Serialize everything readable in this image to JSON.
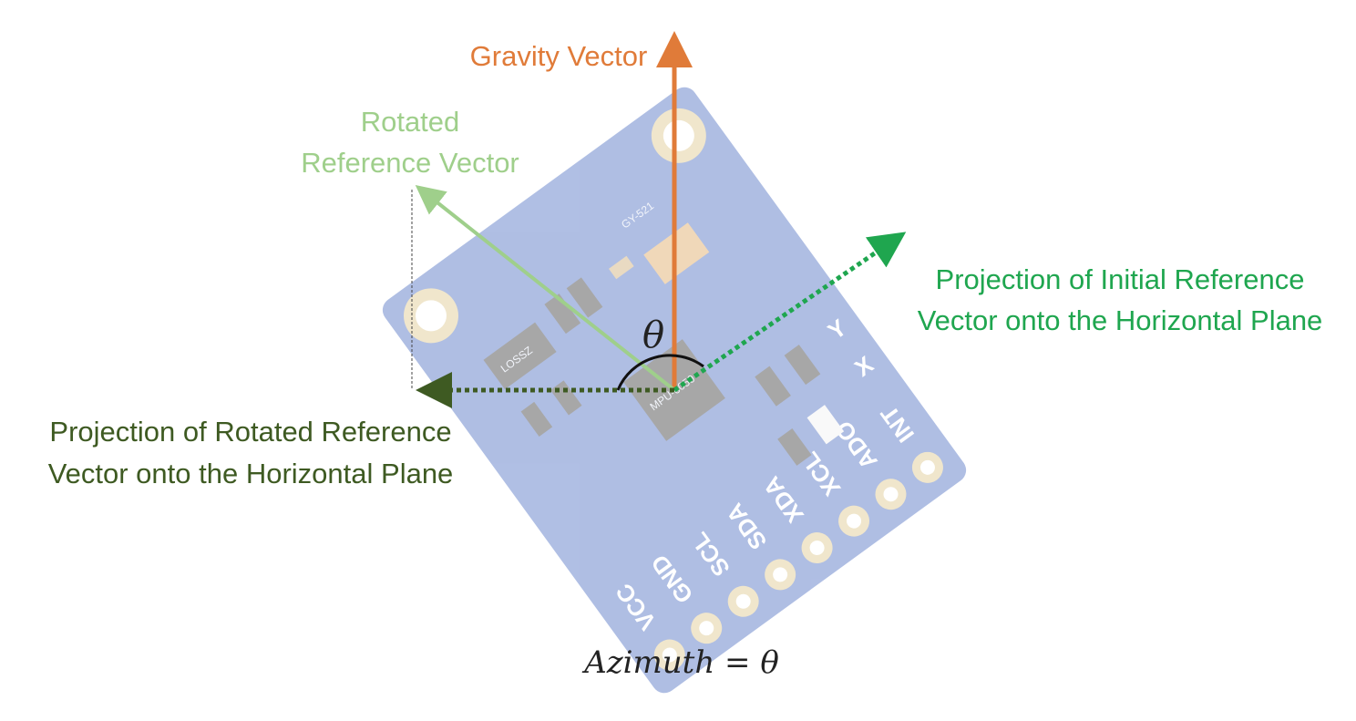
{
  "labels": {
    "gravity_vector": "Gravity Vector",
    "rotated_reference_line1": "Rotated",
    "rotated_reference_line2": "Reference Vector",
    "initial_projection_line1": "Projection of Initial Reference",
    "initial_projection_line2": "Vector onto the Horizontal Plane",
    "rotated_projection_line1": "Projection of Rotated Reference",
    "rotated_projection_line2": "Vector onto the Horizontal Plane",
    "theta": "θ",
    "formula": "Azimuth = θ"
  },
  "board": {
    "pins": [
      "VCC",
      "GND",
      "SCL",
      "SDA",
      "XDA",
      "XCL",
      "ADO",
      "INT"
    ],
    "model_text": "GY-521",
    "chip_text": "MPU-6050",
    "regulator_text": "LOSSZ",
    "axis_y": "Y",
    "axis_x": "X"
  },
  "colors": {
    "gravity": "#E07B39",
    "rotated_reference": "#9FCF8B",
    "initial_projection": "#1FA64F",
    "rotated_projection": "#3E5A22",
    "board": "#2F56B8",
    "text_dark": "#222222"
  }
}
